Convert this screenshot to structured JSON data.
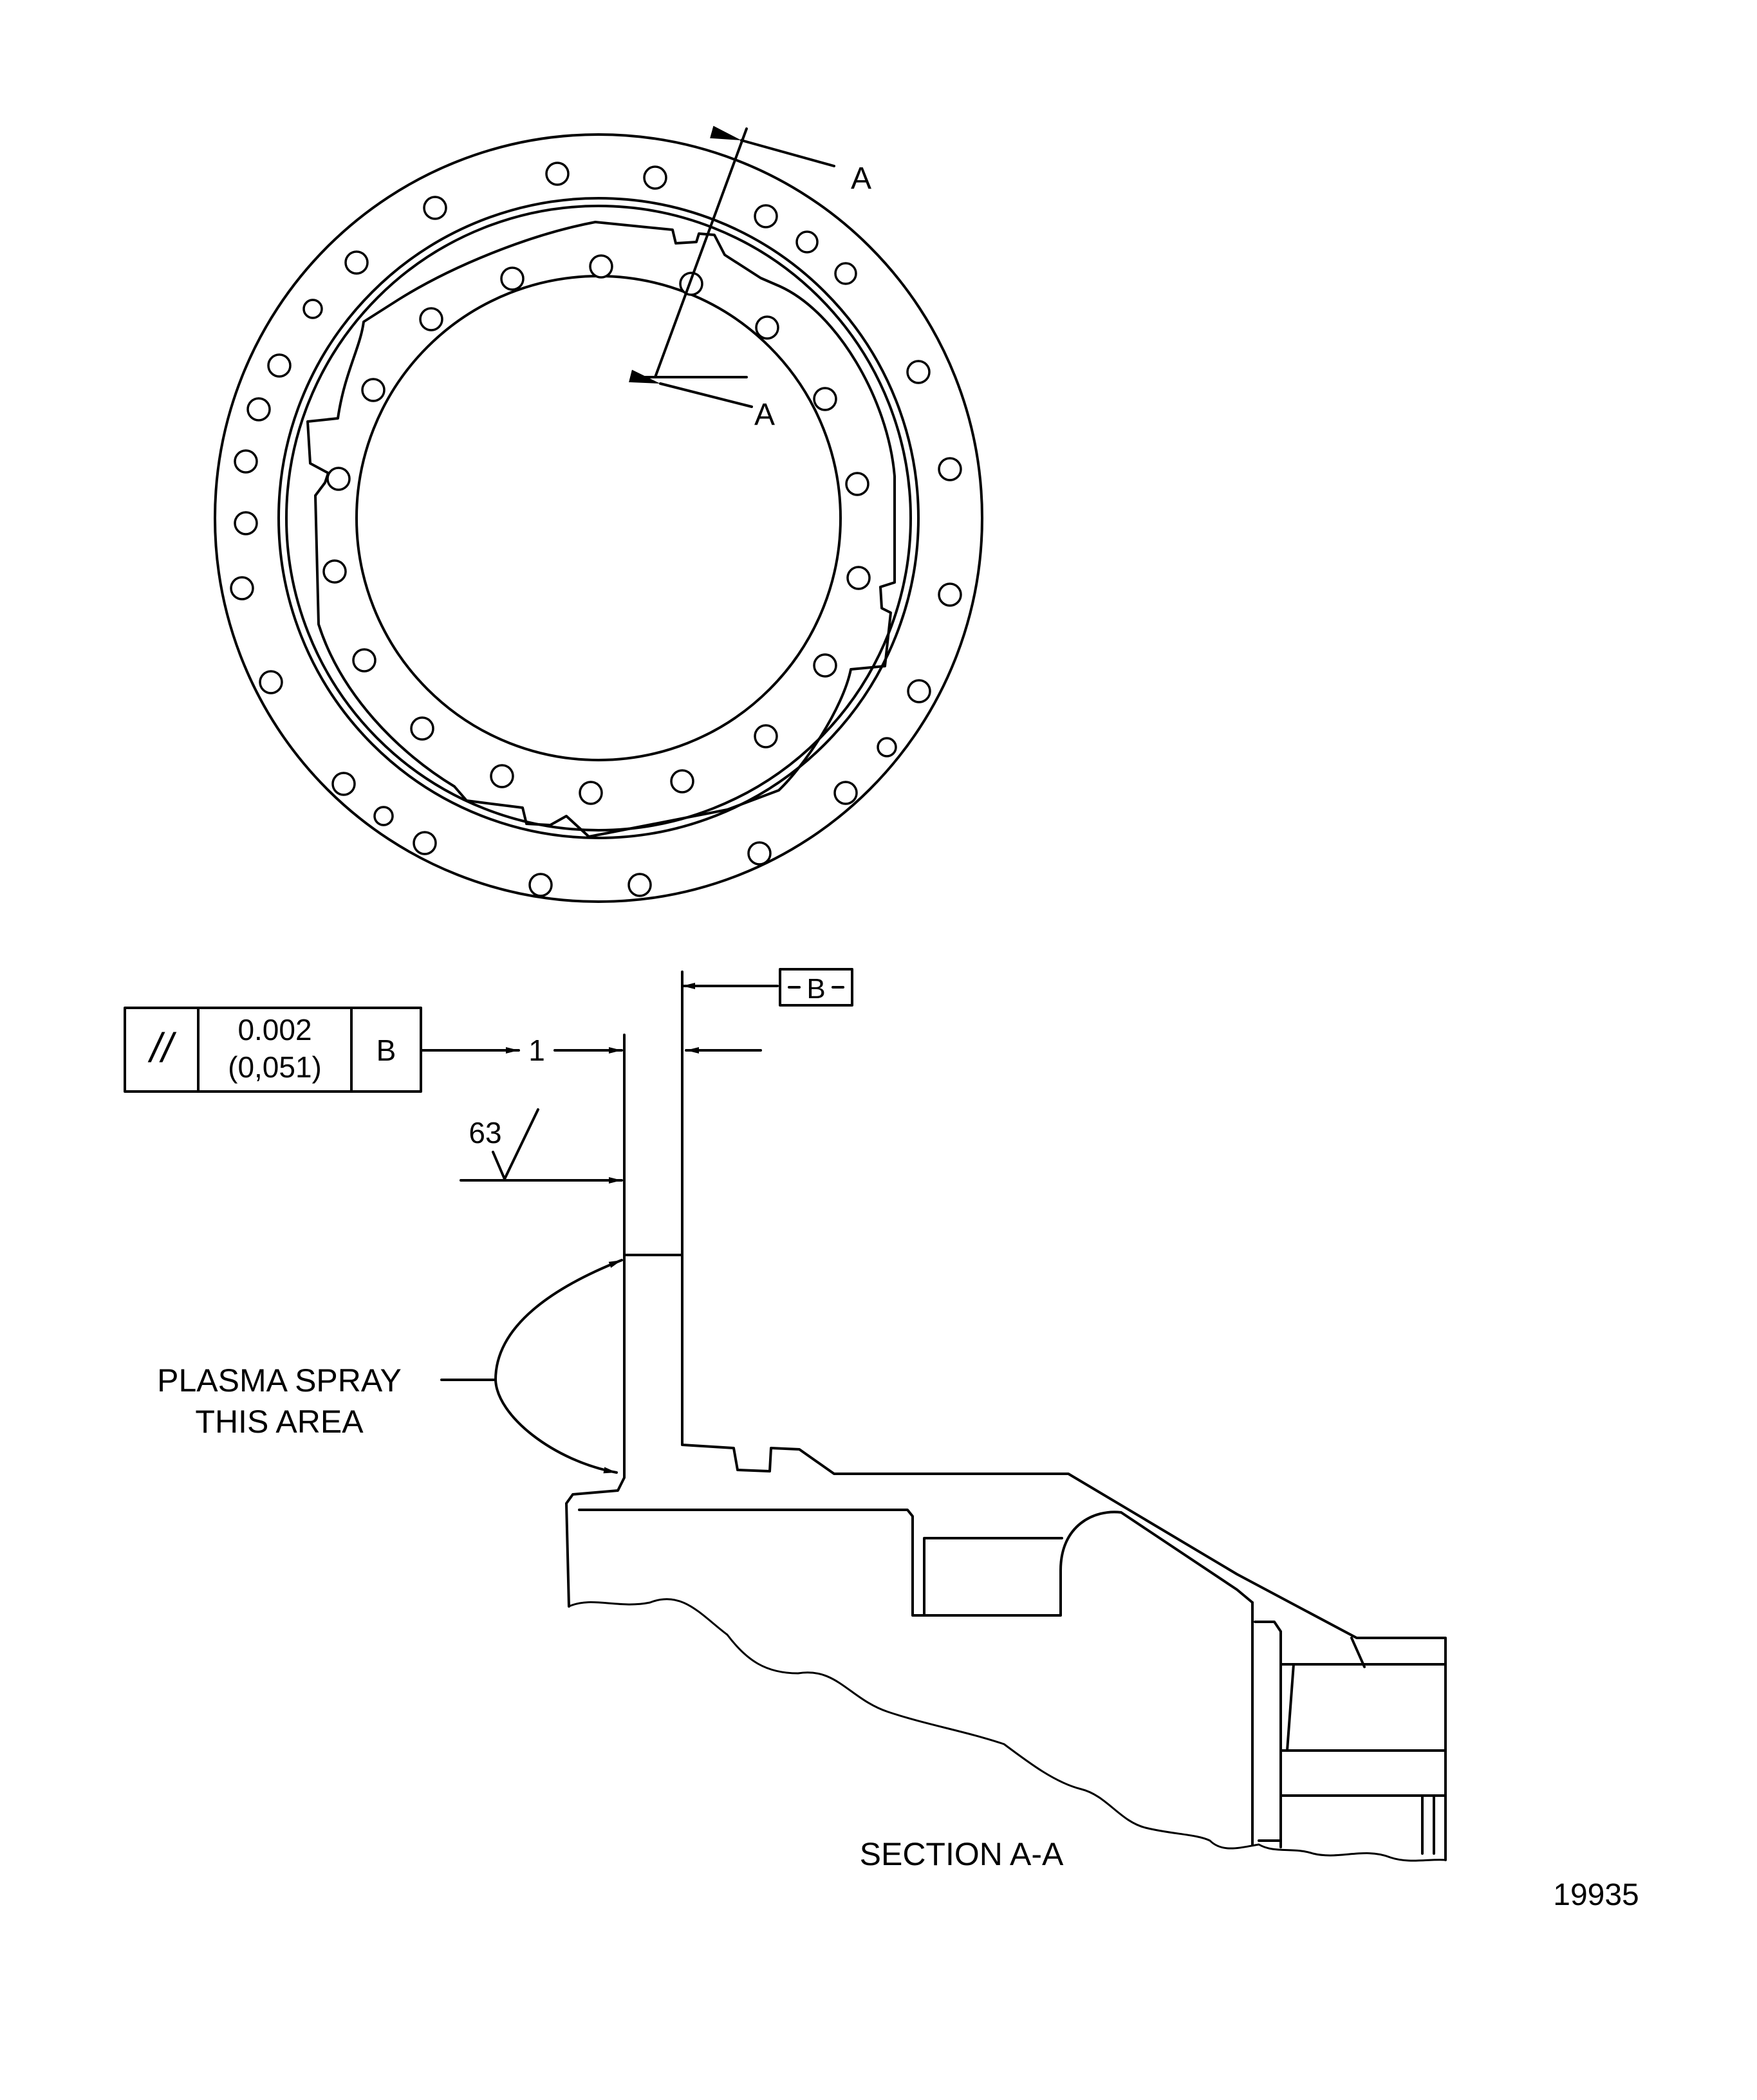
{
  "cutting_plane_label_top": "A",
  "cutting_plane_label_bottom": "A",
  "datum": "B",
  "feature_control_frame": {
    "symbol": "//",
    "tolerance": "0.002",
    "tolerance_metric": "(0,051)",
    "datum_reference": "B"
  },
  "dimension_value": "1",
  "surface_finish": "63",
  "note": {
    "line1": "PLASMA SPRAY",
    "line2": "THIS AREA"
  },
  "section_title": "SECTION A-A",
  "figure_number": "19935"
}
